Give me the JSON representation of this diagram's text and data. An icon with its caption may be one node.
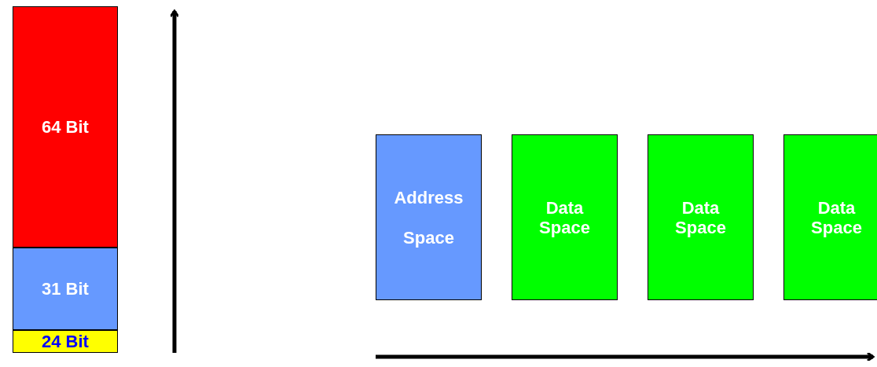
{
  "diagram": {
    "nodes": [
      {
        "text": [
          "64 Bit"
        ]
      },
      {
        "text": [
          "31 Bit"
        ]
      },
      {
        "text": [
          "24 Bit"
        ]
      },
      {
        "text": [
          "Address Space"
        ]
      },
      {
        "text": [
          "Data Space"
        ]
      },
      {
        "text": [
          "Data Space"
        ]
      },
      {
        "text": [
          "Data Space"
        ]
      }
    ]
  }
}
